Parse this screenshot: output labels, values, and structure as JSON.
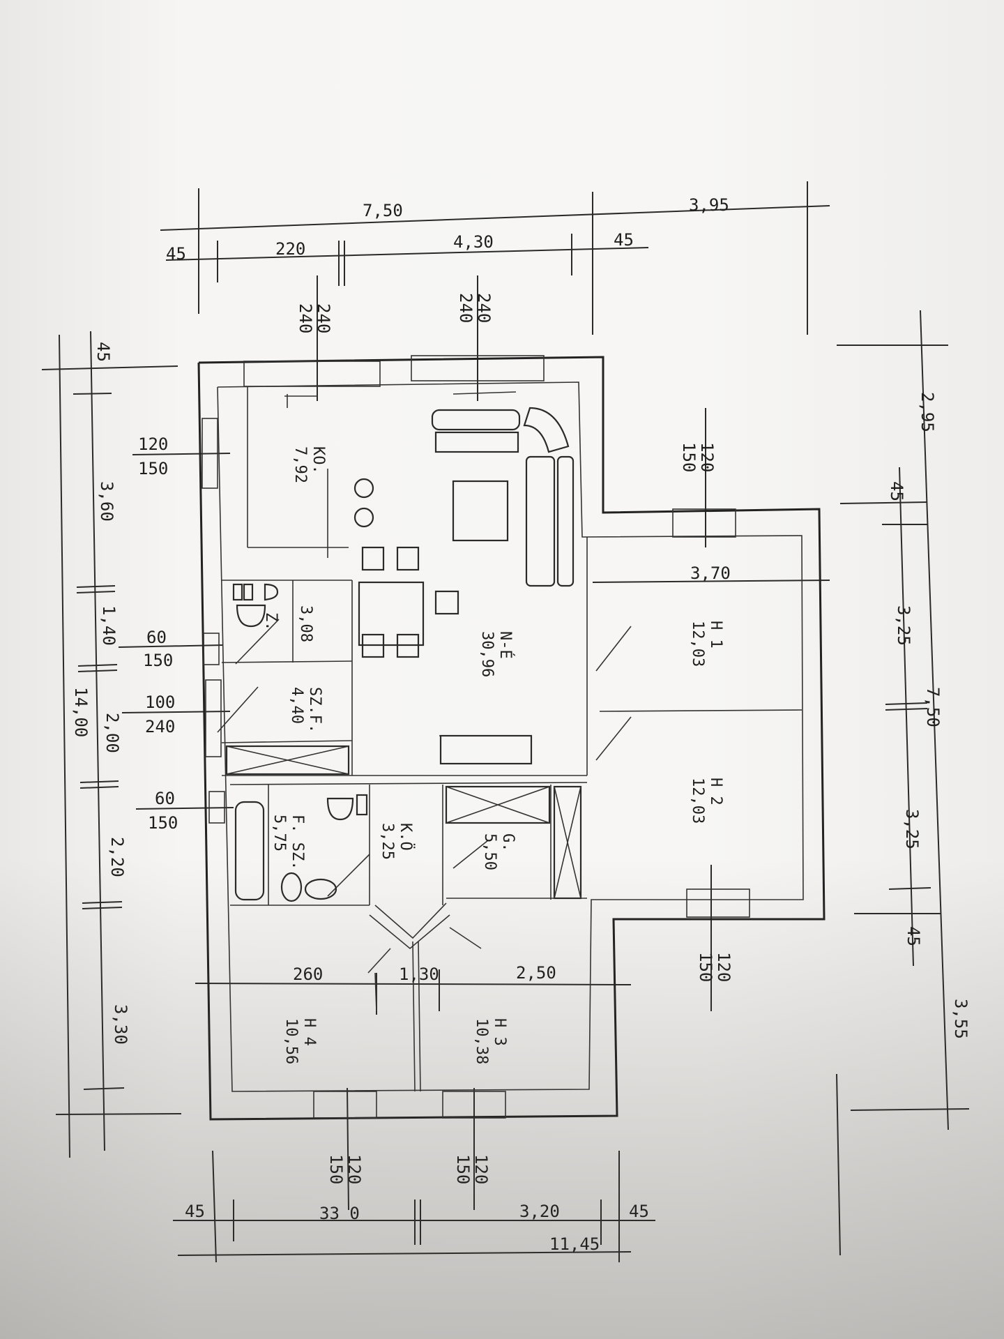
{
  "dimensions": {
    "top_overall_left": "7,50",
    "top_overall_right": "3,95",
    "top_row": [
      "45",
      "220",
      "4,30",
      "45"
    ],
    "window_top_left": [
      "240",
      "240"
    ],
    "window_top_mid": [
      "240",
      "240"
    ],
    "left_side": [
      "45",
      "3,60",
      "1,40",
      "2,00",
      "2,20",
      "3,30"
    ],
    "left_overall": "14,00",
    "left_windows": [
      [
        "120",
        "150"
      ],
      [
        "60",
        "150"
      ],
      [
        "100",
        "240"
      ],
      [
        "60",
        "150"
      ]
    ],
    "right_side": [
      "2,95",
      "45",
      "3,25",
      "7,50",
      "3,25",
      "45",
      "3,55"
    ],
    "right_window_top": [
      "120",
      "150"
    ],
    "right_window_bottom": [
      "120",
      "150"
    ],
    "inner_h1_top": "3,70",
    "inner_bottom_row": [
      "260",
      "1,30",
      "2,50"
    ],
    "bottom_windows": [
      [
        "120",
        "150"
      ],
      [
        "120",
        "150"
      ]
    ],
    "bottom_row": [
      "45",
      "33 0",
      "3,20",
      "45"
    ],
    "bottom_overall": "11,45"
  },
  "rooms": [
    {
      "code": "KO.",
      "area": "7,92"
    },
    {
      "code": "N-É",
      "area": "30,96"
    },
    {
      "code": "Z.",
      "area": "3,08"
    },
    {
      "code": "SZ.F.",
      "area": "4,40"
    },
    {
      "code": "H 1",
      "area": "12,03"
    },
    {
      "code": "H 2",
      "area": "12,03"
    },
    {
      "code": "F. SZ.",
      "area": "5,75"
    },
    {
      "code": "K.Ö",
      "area": "3,25"
    },
    {
      "code": "G.",
      "area": "5,50"
    },
    {
      "code": "H 4",
      "area": "10,56"
    },
    {
      "code": "H 3",
      "area": "10,38"
    }
  ],
  "colors": {
    "ink": "#222222",
    "paper": "#f6f5f3"
  }
}
